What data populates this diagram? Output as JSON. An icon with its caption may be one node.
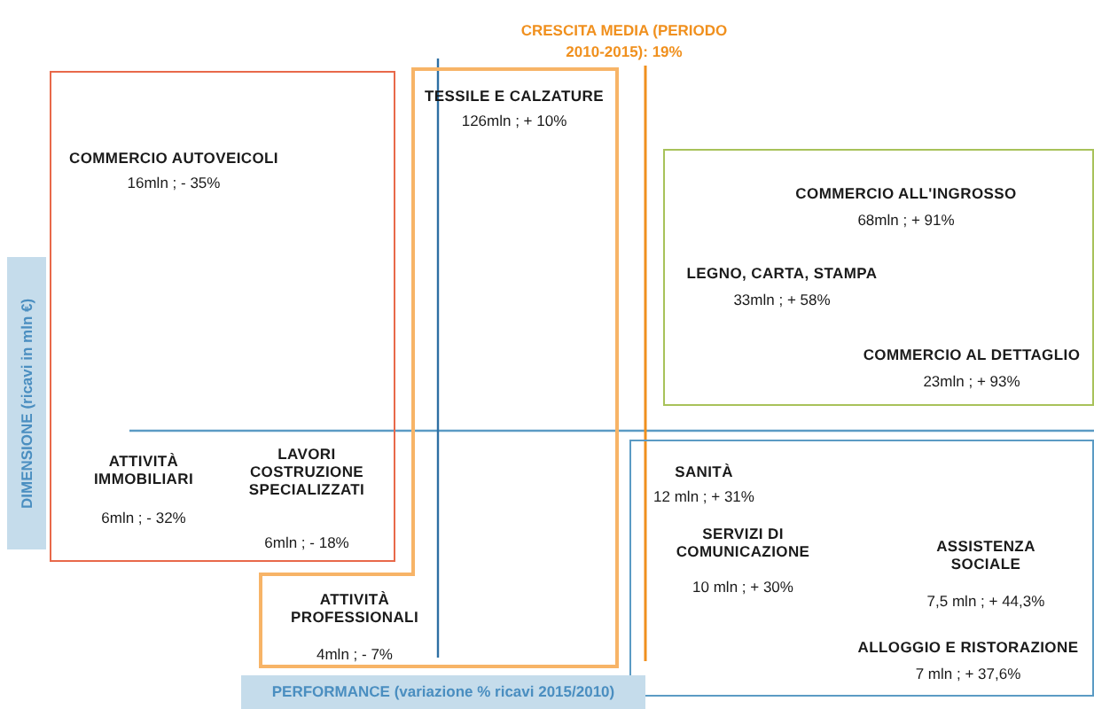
{
  "diagram": {
    "nodes": [
      {
        "text": [
          "COMMERCIO AUTOVEICOLI",
          "16mln ; - 35%",
          "ATTIVITÀ IMMOBILIARI",
          "6mln ; - 32%",
          "LAVORI COSTRUZIONE SPECIALIZZATI",
          "6mln ; - 18%"
        ]
      },
      {
        "text": [
          "TESSILE E CALZATURE",
          "126mln ; + 10%",
          "ATTIVITÀ PROFESSIONALI",
          "4mln ; - 7%"
        ]
      },
      {
        "text": [
          "COMMERCIO ALL'INGROSSO",
          "68mln ; + 91%",
          "LEGNO, CARTA, STAMPA",
          "33mln ; + 58%",
          "COMMERCIO AL DETTAGLIO",
          "23mln ; + 93%"
        ]
      },
      {
        "text": [
          "SANITÀ",
          "12 mln ; + 31%",
          "SERVIZI DI COMUNICAZIONE",
          "10 mln ; + 30%",
          "ASSISTENZA SOCIALE",
          "7,5 mln ; + 44,3%",
          "ALLOGGIO E RISTORAZIONE",
          "7 mln ; + 37,6%"
        ]
      }
    ],
    "labels": [
      "CRESCITA MEDIA (PERIODO 2010-2015): 19%",
      "DIMENSIONE (ricavi in mln €)",
      "PERFORMANCE (variazione % ricavi 2015/2010)"
    ]
  }
}
